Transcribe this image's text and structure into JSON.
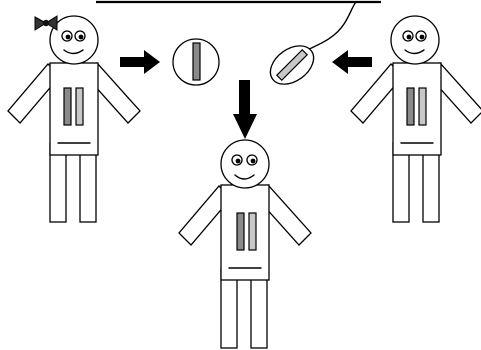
{
  "colors": {
    "outline": "#000000",
    "background": "#ffffff",
    "chromosome_dark": "#8a8a8a",
    "chromosome_light": "#c8c8c8",
    "bow": "#333333",
    "arrow": "#000000"
  },
  "figures": [
    {
      "name": "mother-figure",
      "icon": "female-stick-figure-icon",
      "has_bow": true
    },
    {
      "name": "father-figure",
      "icon": "male-stick-figure-icon",
      "has_bow": false
    },
    {
      "name": "child-figure",
      "icon": "child-stick-figure-icon",
      "has_bow": false
    }
  ],
  "gametes": [
    {
      "name": "egg-cell",
      "icon": "egg-cell-icon"
    },
    {
      "name": "sperm-cell",
      "icon": "sperm-cell-icon"
    }
  ],
  "arrows": [
    {
      "name": "mother-to-egg-arrow",
      "direction": "right"
    },
    {
      "name": "father-to-sperm-arrow",
      "direction": "left"
    },
    {
      "name": "gametes-to-child-arrow",
      "direction": "down"
    }
  ]
}
